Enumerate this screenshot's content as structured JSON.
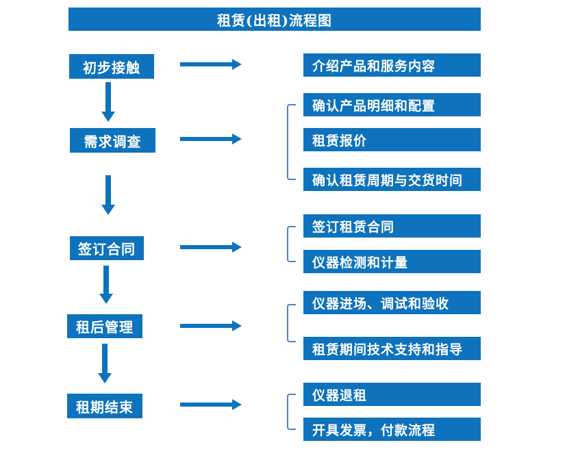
{
  "title": "租赁(出租)流程图",
  "colors": {
    "primary_blue": "#0e72bd",
    "bracket_blue": "#4a83c4",
    "text_white": "#ffffff",
    "background": "#ffffff"
  },
  "steps": [
    {
      "label": "初步接触",
      "details": [
        "介绍产品和服务内容"
      ]
    },
    {
      "label": "需求调查",
      "details": [
        "确认产品明细和配置",
        "租赁报价",
        "确认租赁周期与交货时间"
      ]
    },
    {
      "label": "签订合同",
      "details": [
        "签订租赁合同",
        "仪器检测和计量"
      ]
    },
    {
      "label": "租后管理",
      "details": [
        "仪器进场、调试和验收",
        "租赁期间技术支持和指导"
      ]
    },
    {
      "label": "租期结束",
      "details": [
        "仪器退租",
        "开具发票，付款流程"
      ]
    }
  ]
}
